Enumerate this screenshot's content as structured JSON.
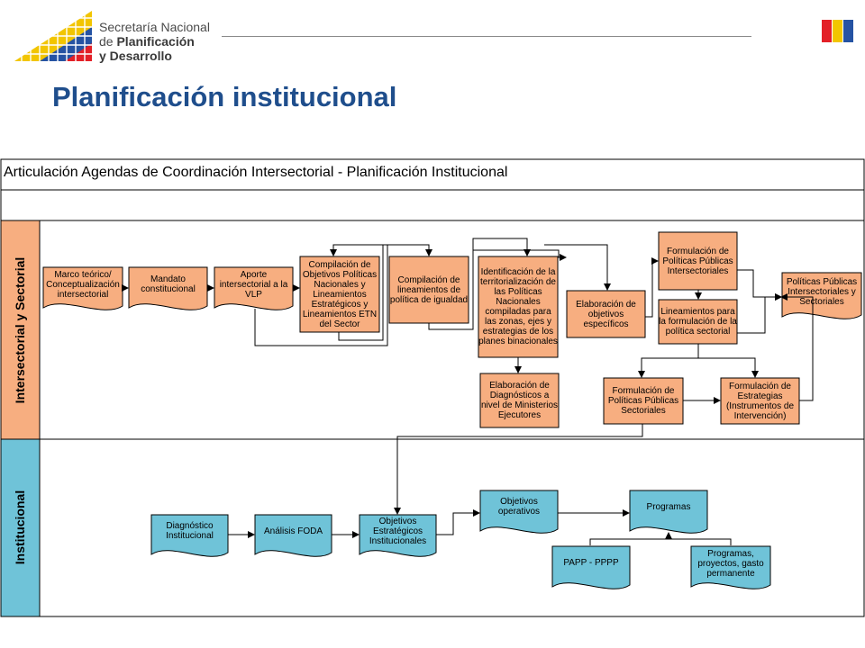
{
  "logo": {
    "line1": "Secretaría Nacional",
    "line2_prefix": "de ",
    "line2_bold": "Planificación",
    "line3": "y Desarrollo"
  },
  "colors": {
    "title": "#1f4e8c",
    "orange_fill": "#f7ae80",
    "blue_fill": "#6fc3d8",
    "lane_orange": "#f7ae80",
    "lane_blue": "#6fc3d8",
    "flag": [
      "#e32027",
      "#f2c500",
      "#2553a3"
    ]
  },
  "slide_title": "Planificación institucional",
  "diagram": {
    "header": "Articulación Agendas de Coordinación Intersectorial - Planificación Institucional",
    "lanes": {
      "top": "Intersectorial y Sectorial",
      "bottom": "Institucional"
    },
    "nodes": {
      "marco": "Marco teórico/ Conceptualización intersectorial",
      "mandato": "Mandato constitucional",
      "aporte": "Aporte intersectorial a la VLP",
      "compilacion_obj": "Compilación de Objetivos Políticas Nacionales y Lineamientos Estratégicos y Lineamientos ETN del Sector",
      "compilacion_lin": "Compilación de lineamientos de política de igualdad",
      "identificacion": "Identificación de la territorialización de las Políticas Nacionales compiladas para las zonas, ejes y estrategias de los planes binacionales",
      "elaboracion_diag": "Elaboración de Diagnósticos a nivel de Ministerios Ejecutores",
      "elaboracion_obj": "Elaboración de objetivos específicos",
      "formulacion_ppi": "Formulación de Políticas Públicas Intersectoriales",
      "lineamientos_form": "Lineamientos para la formulación de la política sectorial",
      "politicas_pub": "Políticas Públicas Intersectoriales y Sectoriales",
      "formulacion_pps": "Formulación de Políticas Públicas Sectoriales",
      "formulacion_est": "Formulación de Estrategias (Instrumentos de Intervención)",
      "diagnostico": "Diagnóstico Institucional",
      "analisis": "Análisis FODA",
      "obj_estrategicos": "Objetivos Estratégicos Institucionales",
      "obj_operativos": "Objetivos operativos",
      "programas": "Programas",
      "papp": "PAPP - PPPP",
      "programas_proy": "Programas, proyectos, gasto permanente"
    }
  }
}
